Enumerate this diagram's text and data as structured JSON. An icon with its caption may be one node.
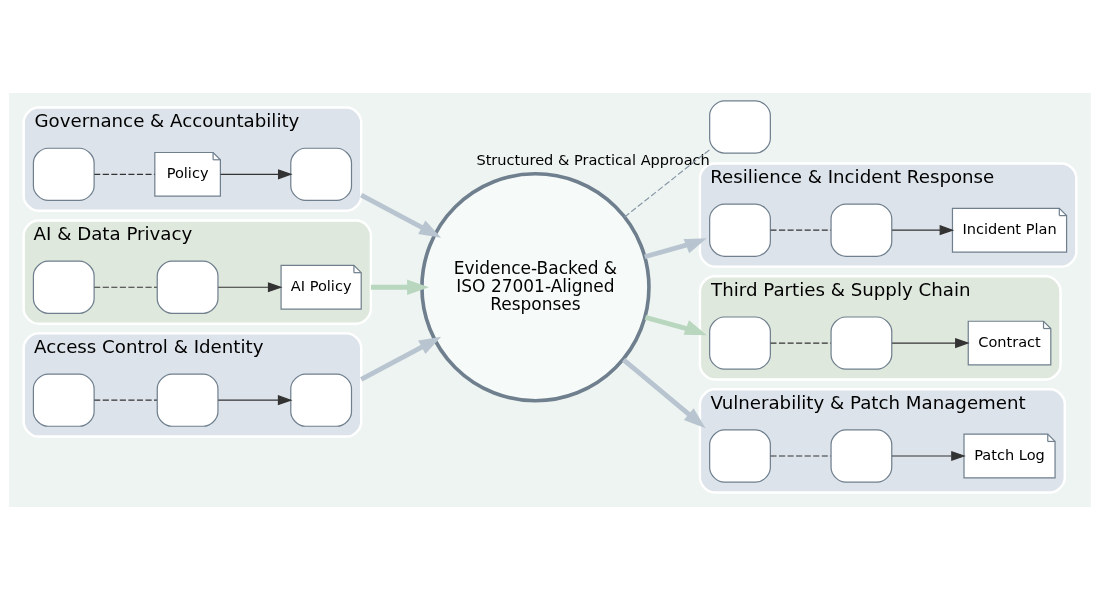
{
  "diagram": {
    "nodes": [
      {
        "text": [
          "Governance & Accountability"
        ]
      },
      {
        "text": [],
        "shape": "box",
        "in": 0
      },
      {
        "text": [
          "Policy"
        ],
        "in": 0
      },
      {
        "text": [],
        "shape": "box",
        "in": 0
      },
      {
        "text": [
          "AI & Data Privacy"
        ]
      },
      {
        "text": [],
        "shape": "box",
        "in": 4
      },
      {
        "text": [],
        "shape": "box",
        "in": 4
      },
      {
        "text": [
          "AI Policy"
        ],
        "in": 4
      },
      {
        "text": [
          "Access Control & Identity"
        ]
      },
      {
        "text": [],
        "shape": "box",
        "in": 8
      },
      {
        "text": [],
        "shape": "box",
        "in": 8
      },
      {
        "text": [],
        "shape": "box",
        "in": 8
      },
      {
        "text": [
          "Evidence-Backed & ISO 27001-Aligned Responses"
        ]
      },
      {
        "text": [],
        "shape": "box",
        "beside": [
          "Structured & Practical Approach"
        ]
      },
      {
        "text": [
          "Resilience & Incident Response"
        ]
      },
      {
        "text": [],
        "shape": "box",
        "in": 14
      },
      {
        "text": [],
        "shape": "box",
        "in": 14
      },
      {
        "text": [
          "Incident Plan"
        ],
        "in": 14
      },
      {
        "text": [
          "Third Parties & Supply Chain"
        ]
      },
      {
        "text": [],
        "shape": "box",
        "in": 18
      },
      {
        "text": [],
        "shape": "box",
        "in": 18
      },
      {
        "text": [
          "Contract"
        ],
        "in": 18
      },
      {
        "text": [
          "Vulnerability & Patch Management"
        ]
      },
      {
        "text": [],
        "shape": "box",
        "in": 22
      },
      {
        "text": [],
        "shape": "box",
        "in": 22
      },
      {
        "text": [
          "Patch Log"
        ],
        "in": 22
      }
    ],
    "edges": [
      {
        "from": 1,
        "to": 2,
        "arrow": "none",
        "style": "dashed"
      },
      {
        "from": 2,
        "to": 3,
        "arrow": "to"
      },
      {
        "from": 5,
        "to": 6,
        "arrow": "none",
        "style": "dashed"
      },
      {
        "from": 6,
        "to": 7,
        "arrow": "to"
      },
      {
        "from": 9,
        "to": 10,
        "arrow": "none",
        "style": "dashed"
      },
      {
        "from": 10,
        "to": 11,
        "arrow": "to"
      },
      {
        "from": 0,
        "to": 12,
        "arrow": "to",
        "style": "thick",
        "color": "#b8c4cf"
      },
      {
        "from": 4,
        "to": 12,
        "arrow": "to",
        "style": "thick",
        "color": "#b9d6bf"
      },
      {
        "from": 8,
        "to": 12,
        "arrow": "to",
        "style": "thick",
        "color": "#b8c4cf"
      },
      {
        "from": 12,
        "to": 13,
        "arrow": "none",
        "style": "dashed",
        "color": "#8a99a8"
      },
      {
        "from": 12,
        "to": 14,
        "arrow": "to",
        "style": "thick",
        "color": "#b8c4cf"
      },
      {
        "from": 12,
        "to": 18,
        "arrow": "to",
        "style": "thick",
        "color": "#b9d6bf"
      },
      {
        "from": 12,
        "to": 22,
        "arrow": "to",
        "style": "thick",
        "color": "#b8c4cf"
      },
      {
        "from": 15,
        "to": 16,
        "arrow": "none",
        "style": "dashed"
      },
      {
        "from": 16,
        "to": 17,
        "arrow": "to"
      },
      {
        "from": 19,
        "to": 20,
        "arrow": "none",
        "style": "dashed"
      },
      {
        "from": 20,
        "to": 21,
        "arrow": "to"
      },
      {
        "from": 23,
        "to": 24,
        "arrow": "none",
        "style": "dashed"
      },
      {
        "from": 24,
        "to": 25,
        "arrow": "to"
      }
    ]
  }
}
